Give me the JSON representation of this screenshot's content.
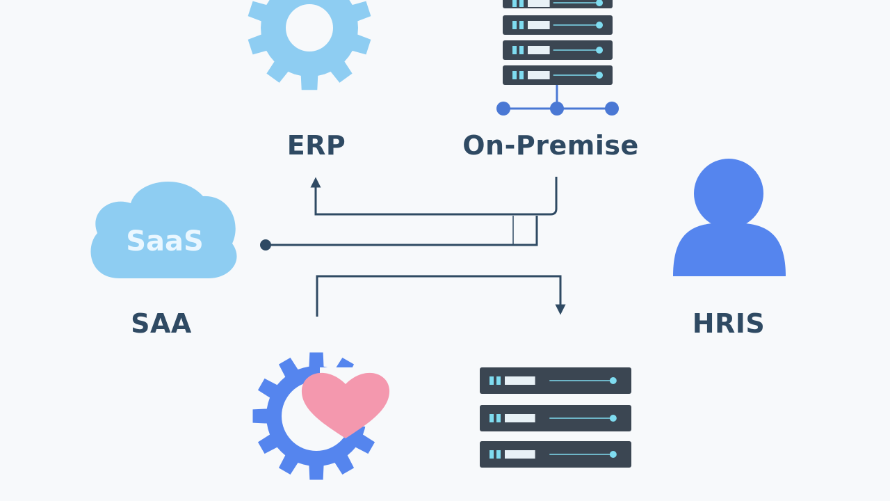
{
  "colors": {
    "background": "#f7f9fb",
    "label_text": "#2f4a63",
    "connector": "#2f4a63",
    "gear_light": "#8ecdf2",
    "gear_blue": "#5585ee",
    "server_body": "#3b4652",
    "server_accent": "#7fdcf0",
    "network_blue": "#4a78d4",
    "cloud": "#8ecdf2",
    "cloud_text": "#eaf7ff",
    "person": "#5585ee",
    "heart": "#f498ae"
  },
  "nodes": {
    "erp": {
      "label": "ERP",
      "icon": "gear-icon"
    },
    "on_premise": {
      "label": "On-Premise",
      "icon": "server-network-icon"
    },
    "saas": {
      "label": "SAA",
      "icon": "cloud-icon",
      "icon_text": "SaaS"
    },
    "hris": {
      "label": "HRIS",
      "icon": "person-icon"
    },
    "benefits": {
      "icon": "gear-heart-icon"
    },
    "data_store": {
      "icon": "server-stack-icon"
    }
  }
}
